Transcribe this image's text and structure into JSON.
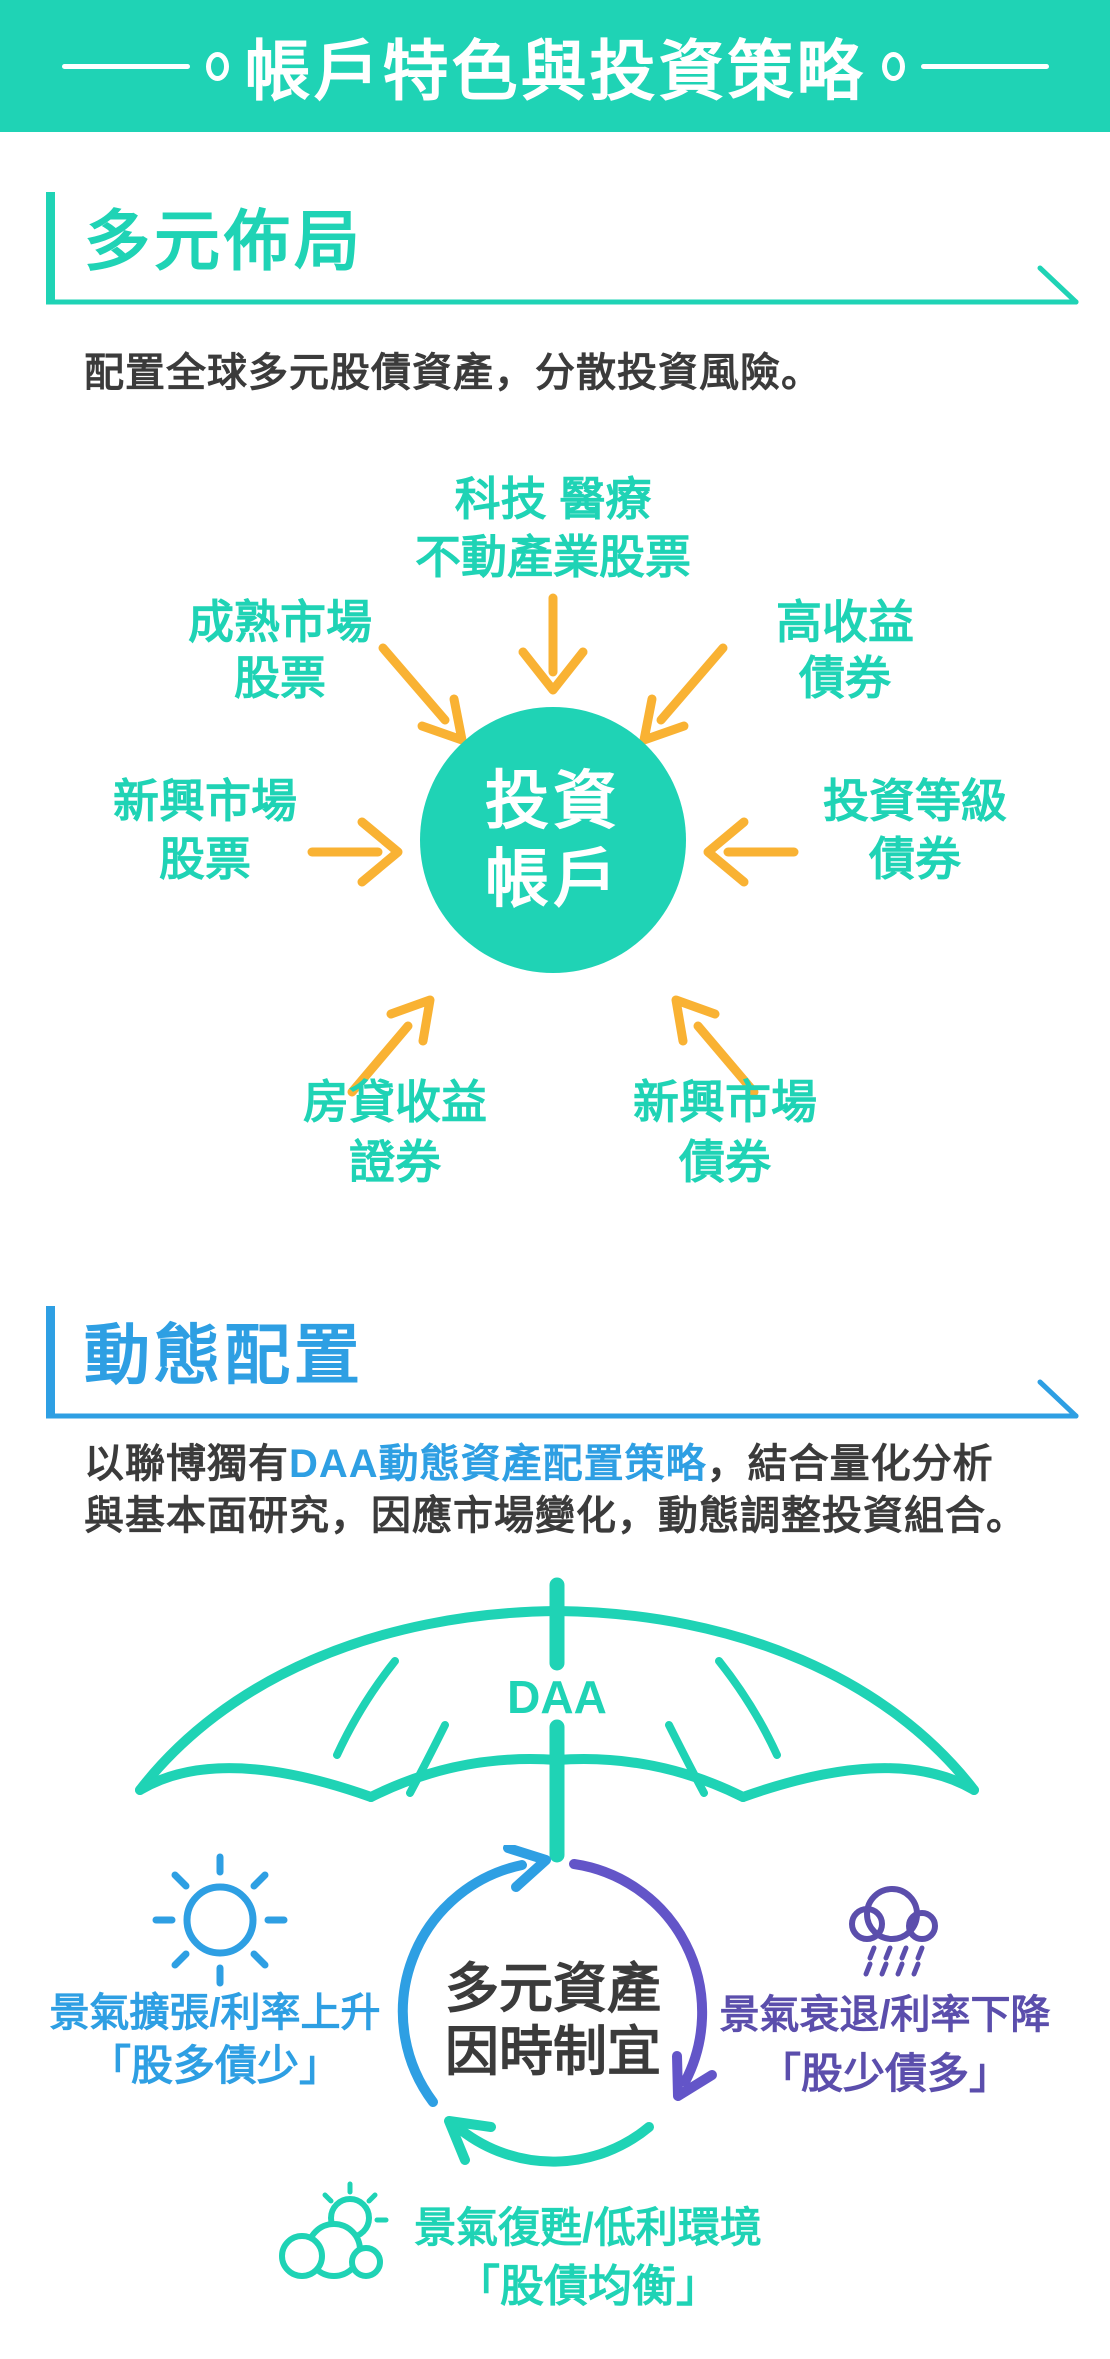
{
  "colors": {
    "teal": "#1FD3B5",
    "blue": "#2E9FE3",
    "purple_text": "#5B4EAC",
    "purple_arc": "#6355C8",
    "yellow": "#F9B233",
    "dark_text": "#3B3B3B",
    "white": "#FFFFFF"
  },
  "banner": {
    "title": "帳戶特色與投資策略"
  },
  "section_diversified": {
    "heading": "多元佈局",
    "description": "配置全球多元股債資產，分散投資風險。",
    "hub": {
      "line1": "投資",
      "line2": "帳戶"
    },
    "assets": {
      "top": {
        "line1": "科技 醫療",
        "line2": "不動產業股票"
      },
      "upper_left": {
        "line1": "成熟市場",
        "line2": "股票"
      },
      "upper_right": {
        "line1": "高收益",
        "line2": "債券"
      },
      "mid_left": {
        "line1": "新興市場",
        "line2": "股票"
      },
      "mid_right": {
        "line1": "投資等級",
        "line2": "債券"
      },
      "bottom_left": {
        "line1": "房貸收益",
        "line2": "證券"
      },
      "bottom_right": {
        "line1": "新興市場",
        "line2": "債券"
      }
    }
  },
  "section_dynamic": {
    "heading": "動態配置",
    "description": {
      "prefix": "以聯博獨有",
      "highlight": "DAA動態資產配置策略",
      "suffix": "，結合量化分析",
      "line2": "與基本面研究，因應市場變化，動態調整投資組合。"
    },
    "umbrella_label": "DAA",
    "cycle_center": {
      "line1": "多元資產",
      "line2": "因時制宜"
    },
    "scenarios": {
      "expansion": {
        "line1": "景氣擴張/利率上升",
        "line2": "「股多債少」"
      },
      "recession": {
        "line1": "景氣衰退/利率下降",
        "line2": "「股少債多」"
      },
      "recovery": {
        "line1": "景氣復甦/低利環境",
        "line2": "「股債均衡」"
      }
    }
  }
}
